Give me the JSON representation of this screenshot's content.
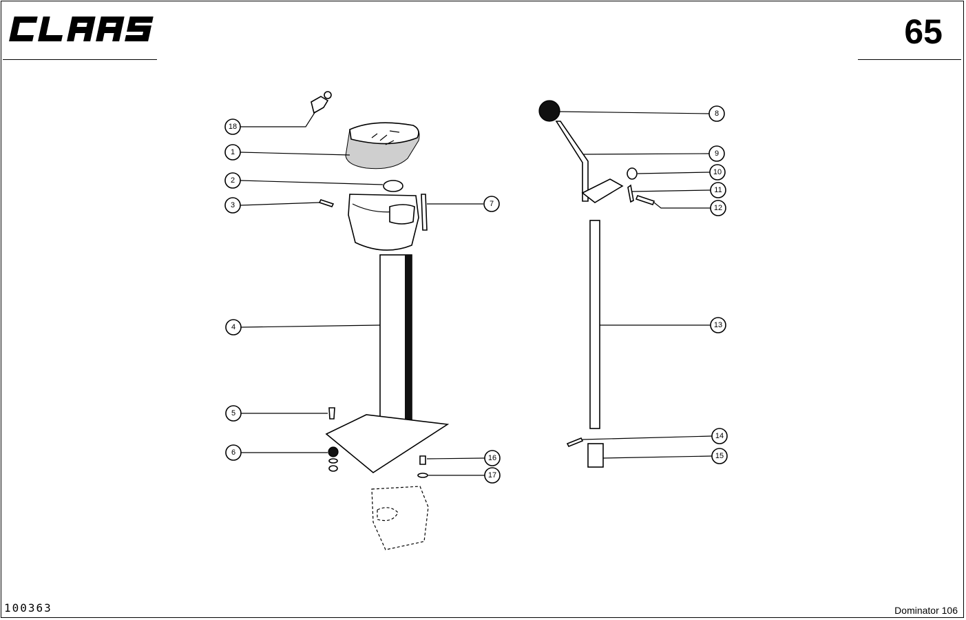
{
  "header": {
    "brand_logo": "CLAAS",
    "page_number": "65"
  },
  "footer": {
    "document_id": "100363",
    "model": "Dominator 106"
  },
  "callouts": [
    {
      "num": "18"
    },
    {
      "num": "1"
    },
    {
      "num": "2"
    },
    {
      "num": "3"
    },
    {
      "num": "7"
    },
    {
      "num": "4"
    },
    {
      "num": "5"
    },
    {
      "num": "6"
    },
    {
      "num": "16"
    },
    {
      "num": "17"
    },
    {
      "num": "8"
    },
    {
      "num": "9"
    },
    {
      "num": "10"
    },
    {
      "num": "11"
    },
    {
      "num": "12"
    },
    {
      "num": "13"
    },
    {
      "num": "14"
    },
    {
      "num": "15"
    }
  ]
}
